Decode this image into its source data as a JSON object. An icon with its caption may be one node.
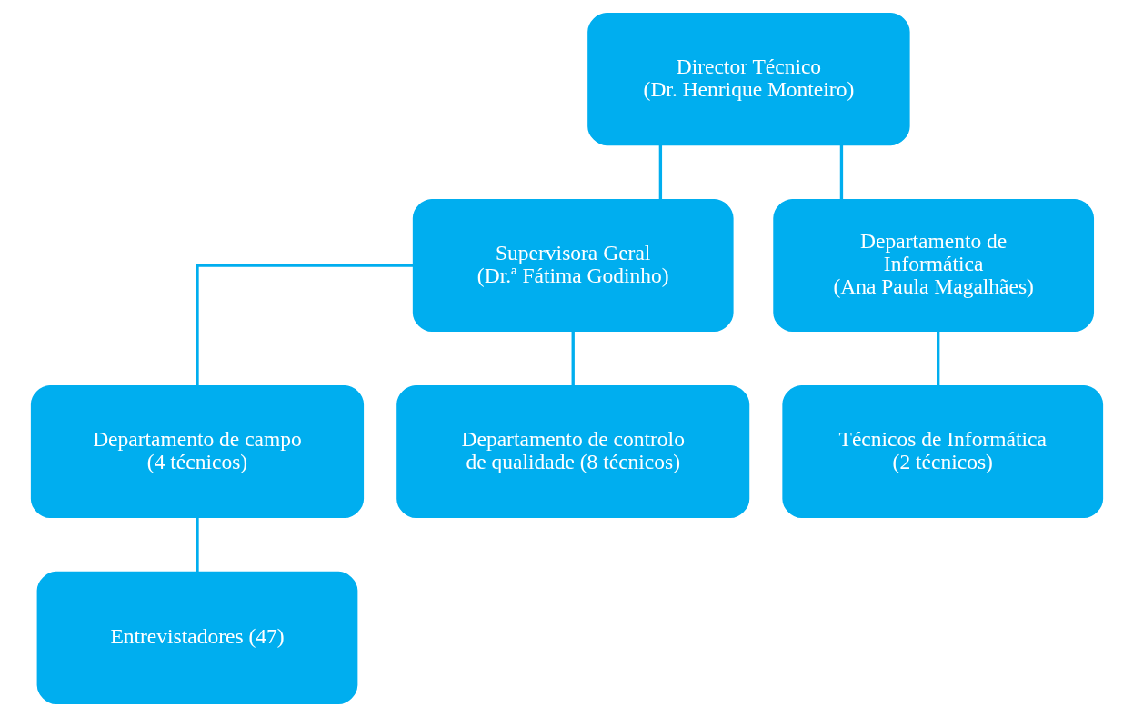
{
  "diagram": {
    "nodes": [
      {
        "text": [
          "Director Técnico",
          "(Dr. Henrique Monteiro)"
        ]
      },
      {
        "text": [
          "Supervisora Geral",
          "(Dr.ª Fátima Godinho)"
        ]
      },
      {
        "text": [
          "Departamento de Informática",
          "(Ana Paula Magalhães)"
        ]
      },
      {
        "text": [
          "Departamento de campo",
          "(4 técnicos)"
        ]
      },
      {
        "text": [
          "Departamento de controlo de qualidade (8 técnicos)"
        ]
      },
      {
        "text": [
          "Técnicos de Informática",
          "(2 técnicos)"
        ]
      },
      {
        "text": [
          "Entrevistadores (47)"
        ]
      }
    ],
    "edges": [
      {
        "from": 0,
        "to": 1,
        "arrow": "none"
      },
      {
        "from": 0,
        "to": 2,
        "arrow": "none"
      },
      {
        "from": 1,
        "to": 3,
        "arrow": "none"
      },
      {
        "from": 1,
        "to": 4,
        "arrow": "none"
      },
      {
        "from": 3,
        "to": 6,
        "arrow": "none"
      },
      {
        "from": 2,
        "to": 5,
        "arrow": "none"
      }
    ]
  }
}
